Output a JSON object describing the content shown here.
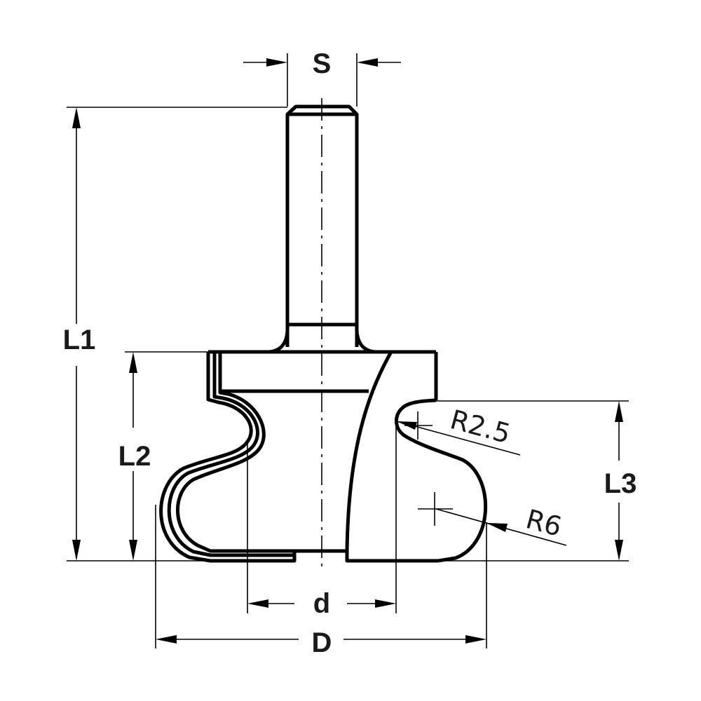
{
  "diagram": {
    "subject": "Router bit profile with shank",
    "line_color": "#000000",
    "background": "#ffffff",
    "dimensions": {
      "shank_diameter": {
        "label": "S"
      },
      "overall_length": {
        "label": "L1"
      },
      "cutting_length": {
        "label": "L2"
      },
      "profile_height": {
        "label": "L3"
      },
      "inner_diameter": {
        "label": "d"
      },
      "cutting_diameter": {
        "label": "D"
      }
    },
    "radii": {
      "small_radius": {
        "label": "R2.5"
      },
      "large_radius": {
        "label": "R6"
      }
    }
  }
}
